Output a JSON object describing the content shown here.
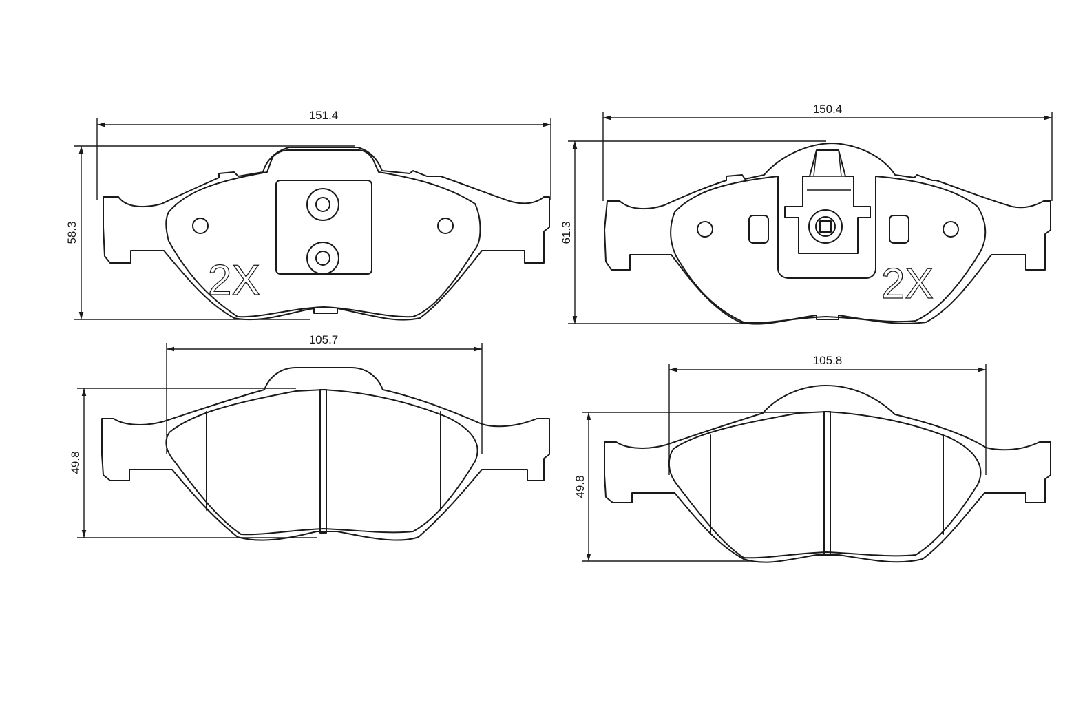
{
  "pads": {
    "top_left": {
      "width": "151.4",
      "height": "58.3",
      "quantity": "2X"
    },
    "top_right": {
      "width": "150.4",
      "height": "61.3",
      "quantity": "2X"
    },
    "bottom_left": {
      "width": "105.7",
      "height": "49.8"
    },
    "bottom_right": {
      "width": "105.8",
      "height": "49.8"
    }
  }
}
